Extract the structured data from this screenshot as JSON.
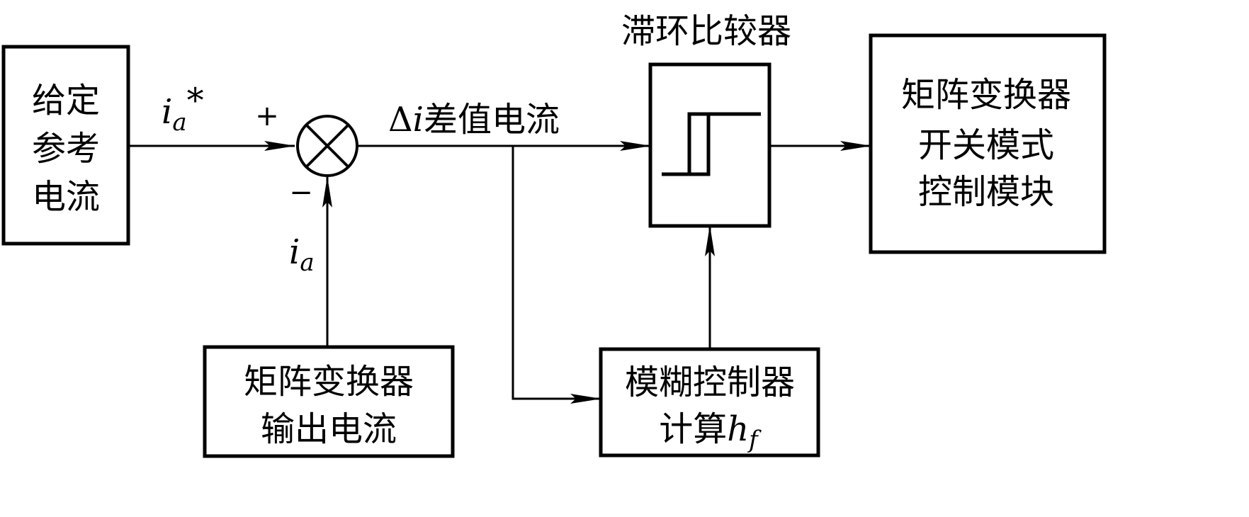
{
  "blocks": {
    "reference": {
      "lines": [
        "给定",
        "参考",
        "电流"
      ]
    },
    "output_current": {
      "lines": [
        "矩阵变换器",
        "输出电流"
      ]
    },
    "hysteresis_title": "滞环比较器",
    "fuzzy": {
      "line1": "模糊控制器",
      "line2_prefix": "计算",
      "line2_var": "h",
      "line2_sub": "f"
    },
    "switch_control": {
      "lines": [
        "矩阵变换器",
        "开关模式",
        "控制模块"
      ]
    }
  },
  "signals": {
    "ref_var": "i",
    "ref_sub": "a",
    "ref_star": "*",
    "plus": "+",
    "minus": "−",
    "fb_var": "i",
    "fb_sub": "a",
    "delta": "Δ",
    "delta_var": "i",
    "delta_text": "差值电流"
  }
}
